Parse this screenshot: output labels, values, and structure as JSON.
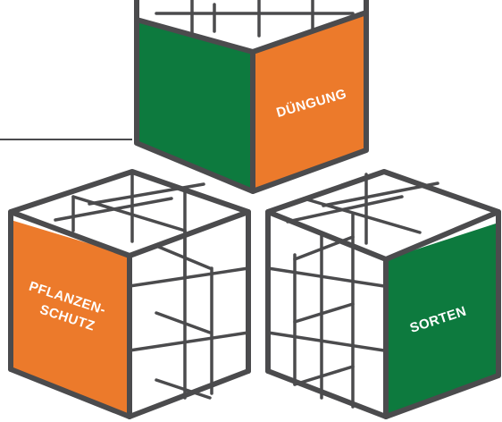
{
  "colors": {
    "green": "#0d7a3e",
    "orange": "#ec7a2b",
    "frame": "#4b4b4d"
  },
  "blocks": {
    "duengung": {
      "label": "DÜNGUNG"
    },
    "pflanzenschutz": {
      "label_line1": "PFLANZEN-",
      "label_line2": "SCHUTZ"
    },
    "sorten": {
      "label": "SORTEN"
    }
  }
}
